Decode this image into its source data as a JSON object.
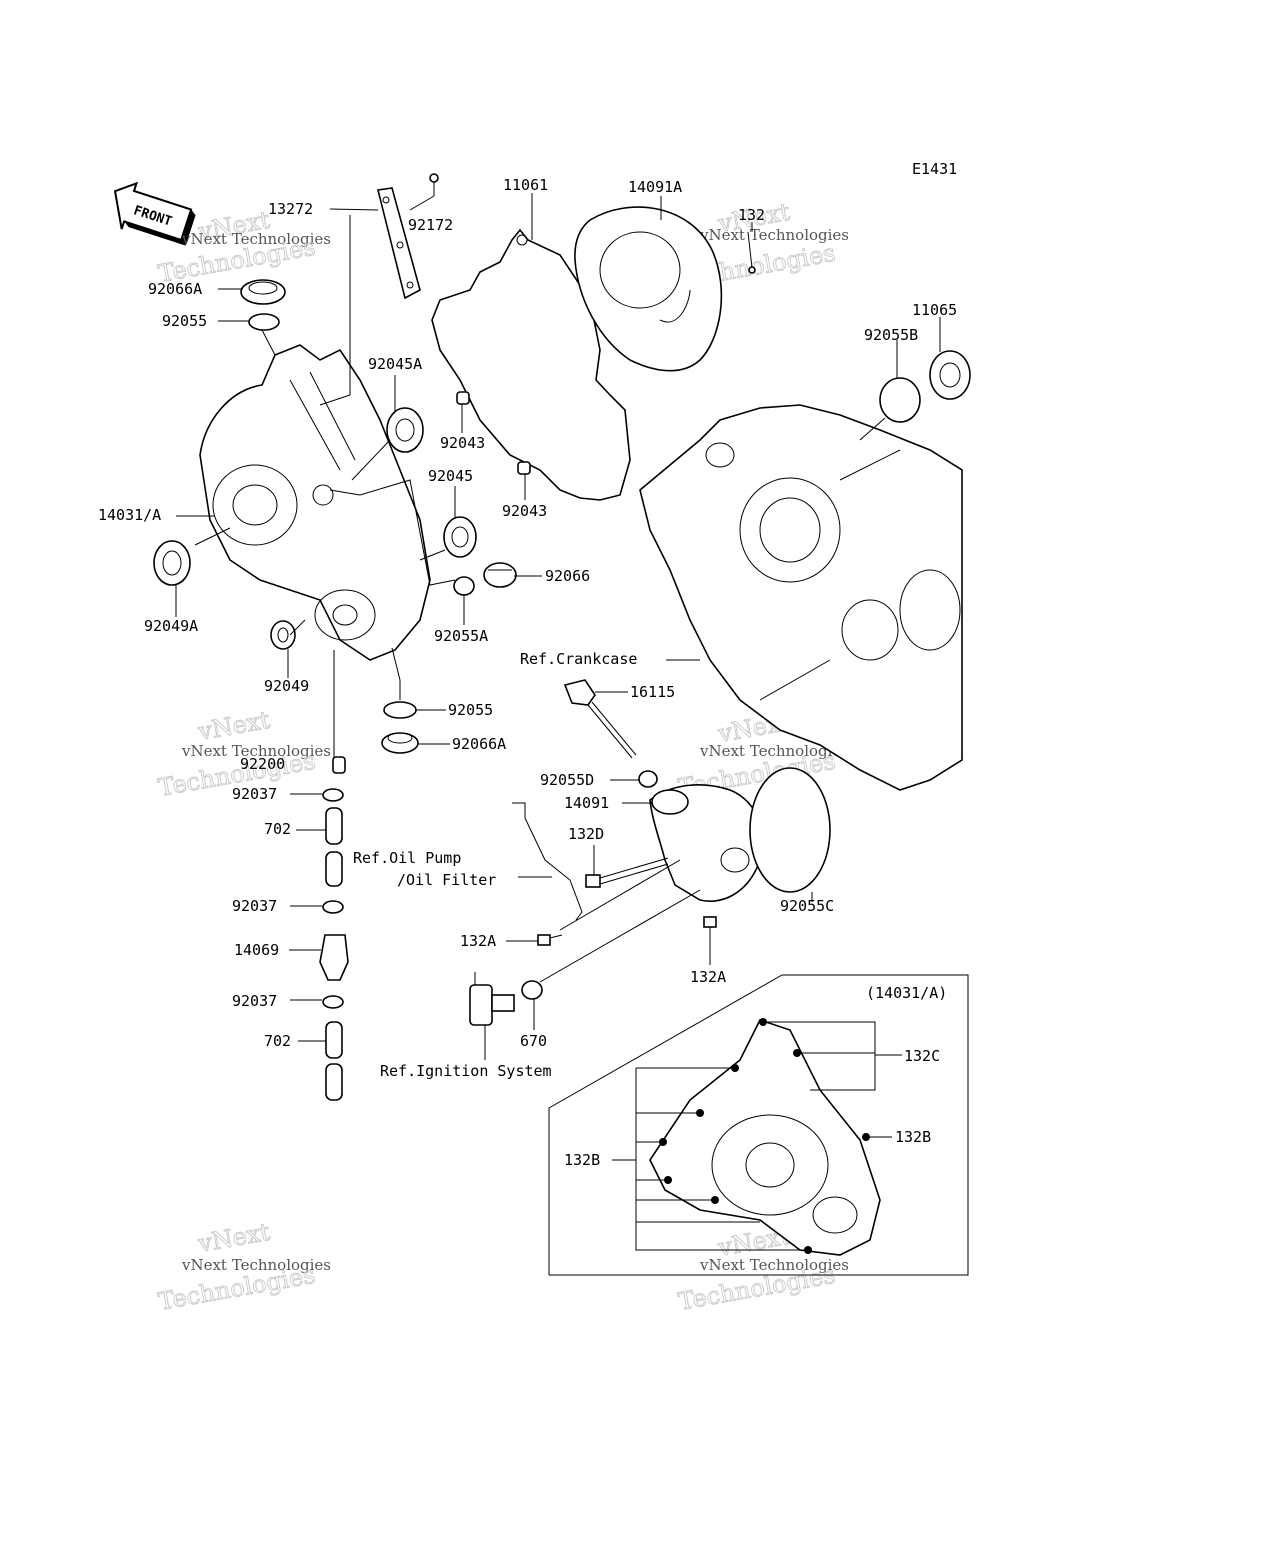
{
  "diagram_code": "E1431",
  "front_label": "FRONT",
  "watermark": {
    "brand": "vNext",
    "sub": "Technologies",
    "line": "vNext Technologies"
  },
  "inset_title": "(14031/A)",
  "labels": {
    "p13272": "13272",
    "p92172": "92172",
    "p11061": "11061",
    "p14091A": "14091A",
    "p132": "132",
    "p92066A_top": "92066A",
    "p92055_top": "92055",
    "p92045A": "92045A",
    "p92043_a": "92043",
    "p92043_b": "92043",
    "p11065": "11065",
    "p92055B": "92055B",
    "p92045": "92045",
    "p14031A": "14031/A",
    "p92066": "92066",
    "p92049A": "92049A",
    "p92055A": "92055A",
    "p92049": "92049",
    "ref_crankcase": "Ref.Crankcase",
    "p16115": "16115",
    "p92055_mid": "92055",
    "p92066A_mid": "92066A",
    "p92200": "92200",
    "p92055D": "92055D",
    "p92037_a": "92037",
    "p14091": "14091",
    "p702_a": "702",
    "p132D": "132D",
    "ref_oilpump_1": "Ref.Oil Pump",
    "ref_oilpump_2": "/Oil Filter",
    "p92055C": "92055C",
    "p92037_b": "92037",
    "p132A_left": "132A",
    "p14069": "14069",
    "p132A_right": "132A",
    "p92037_c": "92037",
    "p670": "670",
    "p702_b": "702",
    "ref_ignition": "Ref.Ignition System",
    "p132C": "132C",
    "p132B_right": "132B",
    "p132B_left": "132B"
  }
}
